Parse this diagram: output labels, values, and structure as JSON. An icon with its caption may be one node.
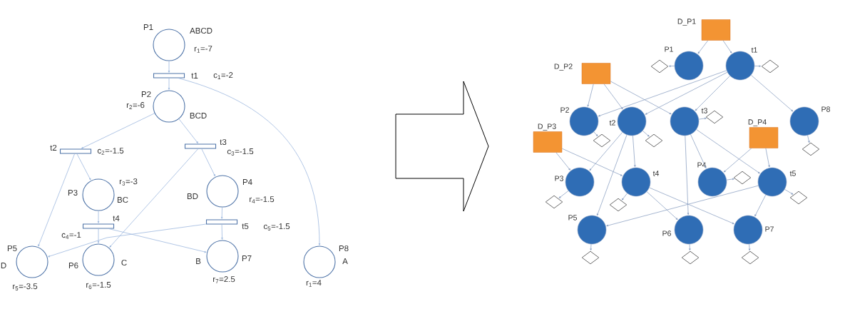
{
  "diagram": {
    "nodes": [
      {
        "text": [
          "P1"
        ],
        "beside": [
          "ABCD",
          "r$_{1}$=-7"
        ]
      },
      {
        "text": [
          "t1"
        ],
        "beside": [
          "c$_{1}$=-2"
        ]
      },
      {
        "text": [
          "P2"
        ],
        "beside": [
          "r$_{2}$=-6",
          "BCD"
        ]
      },
      {
        "text": [
          "t2"
        ],
        "beside": [
          "c$_{2}$=-1.5"
        ]
      },
      {
        "text": [
          "t3"
        ],
        "beside": [
          "c$_{3}$=-1.5"
        ]
      },
      {
        "text": [
          "P3"
        ],
        "beside": [
          "r$_{3}$=-3",
          "BC"
        ]
      },
      {
        "text": [
          "P4"
        ],
        "beside": [
          "BD",
          "r$_{4}$=-1.5"
        ]
      },
      {
        "text": [
          "t4"
        ],
        "beside": [
          "c$_{4}$=-1"
        ]
      },
      {
        "text": [
          "t5"
        ],
        "beside": [
          "c$_{5}$=-1.5"
        ]
      },
      {
        "text": [
          "P5"
        ],
        "beside": [
          "D",
          "r$_{5}$=-3.5"
        ]
      },
      {
        "text": [
          "P6"
        ],
        "beside": [
          "C",
          "r$_{6}$=-1.5"
        ]
      },
      {
        "text": [
          "P7"
        ],
        "beside": [
          "B",
          "r$_{7}$=2.5"
        ]
      },
      {
        "text": [
          "P8"
        ],
        "beside": [
          "A",
          "r$_{1}$=4"
        ]
      },
      {
        "text": [
          "D_P1"
        ]
      },
      {
        "text": [
          "P1"
        ]
      },
      {
        "text": [
          "t1"
        ]
      },
      {
        "text": [],
        "shape": "diamond"
      },
      {
        "text": [],
        "shape": "diamond"
      },
      {
        "text": [
          "D_P2"
        ]
      },
      {
        "text": [
          "P2"
        ]
      },
      {
        "text": [
          "t2"
        ]
      },
      {
        "text": [
          "t3"
        ]
      },
      {
        "text": [],
        "shape": "diamond"
      },
      {
        "text": [
          "P8"
        ]
      },
      {
        "text": [
          "D_P3"
        ]
      },
      {
        "text": [
          "D_P4"
        ]
      },
      {
        "text": [],
        "shape": "diamond"
      },
      {
        "text": [],
        "shape": "diamond"
      },
      {
        "text": [],
        "shape": "diamond"
      },
      {
        "text": [
          "P3"
        ]
      },
      {
        "text": [
          "t4"
        ]
      },
      {
        "text": [
          "P4"
        ]
      },
      {
        "text": [],
        "shape": "diamond"
      },
      {
        "text": [
          "t5"
        ]
      },
      {
        "text": [],
        "shape": "diamond"
      },
      {
        "text": [],
        "shape": "diamond"
      },
      {
        "text": [],
        "shape": "diamond"
      },
      {
        "text": [
          "P5"
        ]
      },
      {
        "text": [
          "P6"
        ]
      },
      {
        "text": [
          "P7"
        ]
      },
      {
        "text": [],
        "shape": "diamond"
      },
      {
        "text": [],
        "shape": "diamond"
      },
      {
        "text": [],
        "shape": "diamond"
      }
    ],
    "edges": [
      {
        "from": 0,
        "to": 1,
        "arrow": "to"
      },
      {
        "from": 1,
        "to": 2,
        "arrow": "to"
      },
      {
        "from": 1,
        "to": 12,
        "arrow": "to"
      },
      {
        "from": 2,
        "to": 3,
        "arrow": "to"
      },
      {
        "from": 2,
        "to": 4,
        "arrow": "to"
      },
      {
        "from": 3,
        "to": 5,
        "arrow": "to"
      },
      {
        "from": 3,
        "to": 9,
        "arrow": "to"
      },
      {
        "from": 4,
        "to": 6,
        "arrow": "to"
      },
      {
        "from": 4,
        "to": 10,
        "arrow": "to"
      },
      {
        "from": 5,
        "to": 7,
        "arrow": "to"
      },
      {
        "from": 7,
        "to": 10,
        "arrow": "to"
      },
      {
        "from": 7,
        "to": 11,
        "arrow": "to"
      },
      {
        "from": 6,
        "to": 8,
        "arrow": "to"
      },
      {
        "from": 8,
        "to": 11,
        "arrow": "to"
      },
      {
        "from": 8,
        "to": 9,
        "arrow": "to"
      },
      {
        "from": 13,
        "to": 14,
        "arrow": "to"
      },
      {
        "from": 13,
        "to": 15,
        "arrow": "to"
      },
      {
        "from": 14,
        "to": 16,
        "arrow": "to"
      },
      {
        "from": 15,
        "to": 17,
        "arrow": "to"
      },
      {
        "from": 15,
        "to": 19,
        "arrow": "to"
      },
      {
        "from": 15,
        "to": 20,
        "arrow": "to"
      },
      {
        "from": 15,
        "to": 21,
        "arrow": "to"
      },
      {
        "from": 15,
        "to": 23,
        "arrow": "to"
      },
      {
        "from": 18,
        "to": 19,
        "arrow": "to"
      },
      {
        "from": 18,
        "to": 20,
        "arrow": "to"
      },
      {
        "from": 18,
        "to": 21,
        "arrow": "to"
      },
      {
        "from": 21,
        "to": 22,
        "arrow": "to"
      },
      {
        "from": 19,
        "to": 26,
        "arrow": "to"
      },
      {
        "from": 20,
        "to": 27,
        "arrow": "to"
      },
      {
        "from": 23,
        "to": 28,
        "arrow": "to"
      },
      {
        "from": 20,
        "to": 29,
        "arrow": "to"
      },
      {
        "from": 20,
        "to": 30,
        "arrow": "to"
      },
      {
        "from": 20,
        "to": 37,
        "arrow": "to"
      },
      {
        "from": 24,
        "to": 29,
        "arrow": "to"
      },
      {
        "from": 24,
        "to": 30,
        "arrow": "to"
      },
      {
        "from": 21,
        "to": 31,
        "arrow": "to"
      },
      {
        "from": 21,
        "to": 33,
        "arrow": "to"
      },
      {
        "from": 21,
        "to": 38,
        "arrow": "to"
      },
      {
        "from": 25,
        "to": 31,
        "arrow": "to"
      },
      {
        "from": 25,
        "to": 33,
        "arrow": "to"
      },
      {
        "from": 31,
        "to": 32,
        "arrow": "to"
      },
      {
        "from": 29,
        "to": 34,
        "arrow": "to"
      },
      {
        "from": 30,
        "to": 35,
        "arrow": "to"
      },
      {
        "from": 33,
        "to": 36,
        "arrow": "to"
      },
      {
        "from": 30,
        "to": 38,
        "arrow": "to"
      },
      {
        "from": 30,
        "to": 39,
        "arrow": "to"
      },
      {
        "from": 33,
        "to": 39,
        "arrow": "to"
      },
      {
        "from": 33,
        "to": 37,
        "arrow": "to"
      },
      {
        "from": 37,
        "to": 40,
        "arrow": "to"
      },
      {
        "from": 38,
        "to": 41,
        "arrow": "to"
      },
      {
        "from": 39,
        "to": 42,
        "arrow": "to"
      }
    ]
  }
}
